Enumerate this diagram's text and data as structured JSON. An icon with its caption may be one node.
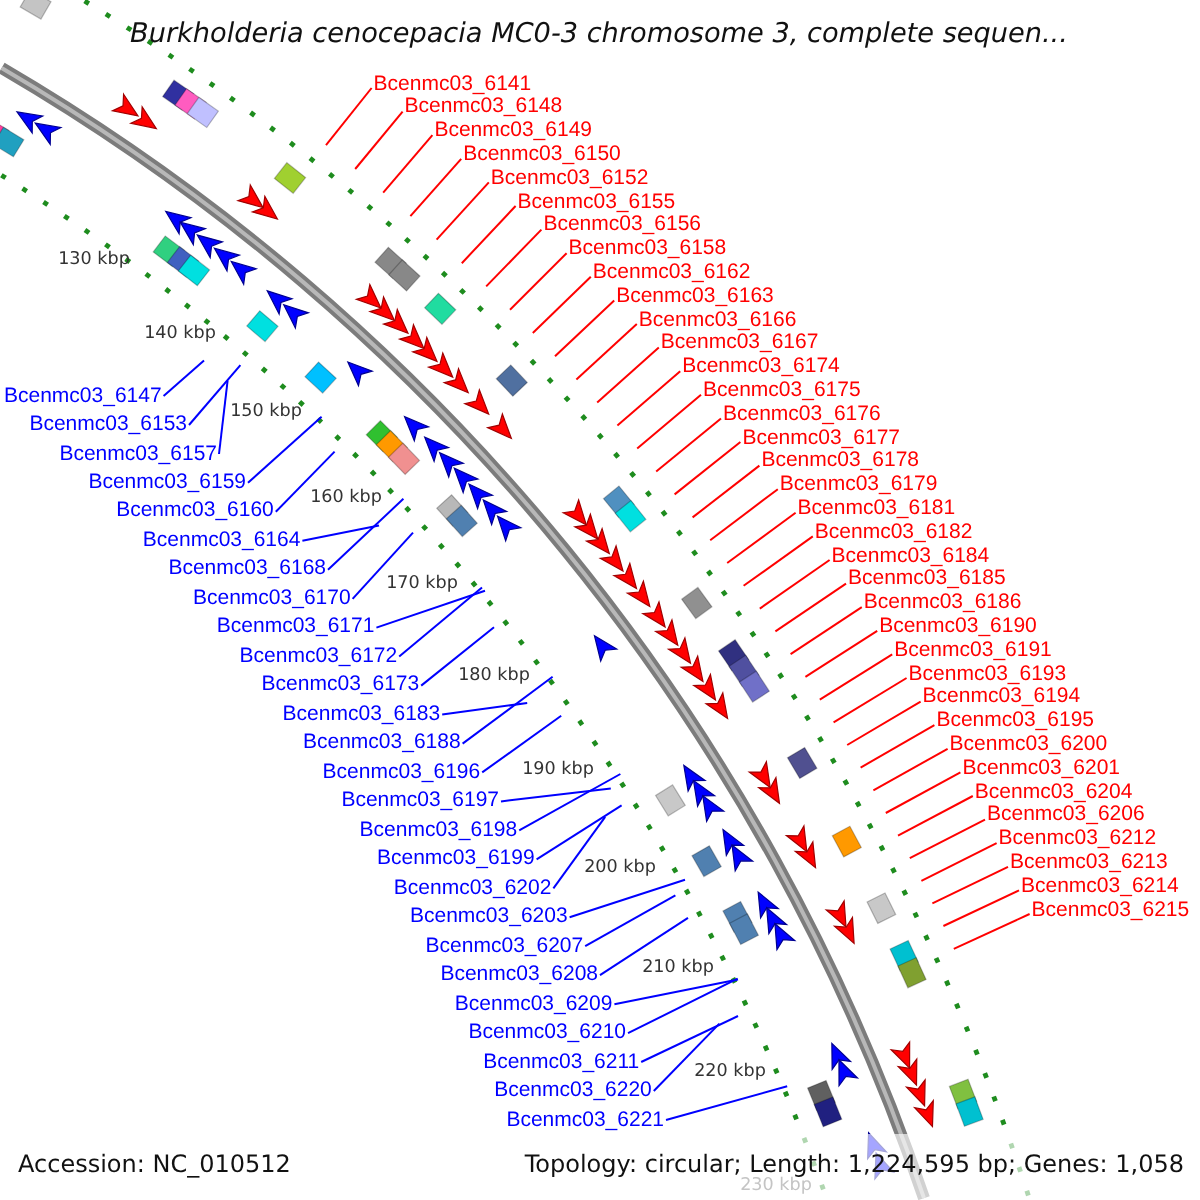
{
  "diagram": {
    "title": "Burkholderia cenocepacia MC0-3 chromosome 3, complete sequen...",
    "nodes": [
      {
        "text": [
          "Bcenmc03_6141"
        ]
      },
      {
        "text": [
          "Bcenmc03_6148"
        ]
      },
      {
        "text": [
          "Bcenmc03_6149"
        ]
      },
      {
        "text": [
          "Bcenmc03_6150"
        ]
      },
      {
        "text": [
          "Bcenmc03_6152"
        ]
      },
      {
        "text": [
          "Bcenmc03_6155"
        ]
      },
      {
        "text": [
          "Bcenmc03_6156"
        ]
      },
      {
        "text": [
          "Bcenmc03_6158"
        ]
      },
      {
        "text": [
          "Bcenmc03_6162"
        ]
      },
      {
        "text": [
          "Bcenmc03_6163"
        ]
      },
      {
        "text": [
          "Bcenmc03_6166"
        ]
      },
      {
        "text": [
          "Bcenmc03_6167"
        ]
      },
      {
        "text": [
          "Bcenmc03_6174"
        ]
      },
      {
        "text": [
          "Bcenmc03_6175"
        ]
      },
      {
        "text": [
          "Bcenmc03_6176"
        ]
      },
      {
        "text": [
          "Bcenmc03_6177"
        ]
      },
      {
        "text": [
          "Bcenmc03_6178"
        ]
      },
      {
        "text": [
          "Bcenmc03_6179"
        ]
      },
      {
        "text": [
          "Bcenmc03_6181"
        ]
      },
      {
        "text": [
          "Bcenmc03_6182"
        ]
      },
      {
        "text": [
          "Bcenmc03_6184"
        ]
      },
      {
        "text": [
          "Bcenmc03_6185"
        ]
      },
      {
        "text": [
          "Bcenmc03_6186"
        ]
      },
      {
        "text": [
          "Bcenmc03_6190"
        ]
      },
      {
        "text": [
          "Bcenmc03_6191"
        ]
      },
      {
        "text": [
          "Bcenmc03_6193"
        ]
      },
      {
        "text": [
          "Bcenmc03_6194"
        ]
      },
      {
        "text": [
          "Bcenmc03_6195"
        ]
      },
      {
        "text": [
          "Bcenmc03_6200"
        ]
      },
      {
        "text": [
          "Bcenmc03_6201"
        ]
      },
      {
        "text": [
          "Bcenmc03_6204"
        ]
      },
      {
        "text": [
          "Bcenmc03_6206"
        ]
      },
      {
        "text": [
          "Bcenmc03_6212"
        ]
      },
      {
        "text": [
          "Bcenmc03_6213"
        ]
      },
      {
        "text": [
          "Bcenmc03_6214"
        ]
      },
      {
        "text": [
          "Bcenmc03_6215"
        ]
      },
      {
        "text": [
          "Bcenmc03_6147"
        ]
      },
      {
        "text": [
          "Bcenmc03_6153"
        ]
      },
      {
        "text": [
          "Bcenmc03_6157"
        ]
      },
      {
        "text": [
          "Bcenmc03_6159"
        ]
      },
      {
        "text": [
          "Bcenmc03_6160"
        ]
      },
      {
        "text": [
          "Bcenmc03_6164"
        ]
      },
      {
        "text": [
          "Bcenmc03_6168"
        ]
      },
      {
        "text": [
          "Bcenmc03_6170"
        ]
      },
      {
        "text": [
          "Bcenmc03_6171"
        ]
      },
      {
        "text": [
          "Bcenmc03_6172"
        ]
      },
      {
        "text": [
          "Bcenmc03_6173"
        ]
      },
      {
        "text": [
          "Bcenmc03_6183"
        ]
      },
      {
        "text": [
          "Bcenmc03_6188"
        ]
      },
      {
        "text": [
          "Bcenmc03_6196"
        ]
      },
      {
        "text": [
          "Bcenmc03_6197"
        ]
      },
      {
        "text": [
          "Bcenmc03_6198"
        ]
      },
      {
        "text": [
          "Bcenmc03_6199"
        ]
      },
      {
        "text": [
          "Bcenmc03_6202"
        ]
      },
      {
        "text": [
          "Bcenmc03_6203"
        ]
      },
      {
        "text": [
          "Bcenmc03_6207"
        ]
      },
      {
        "text": [
          "Bcenmc03_6208"
        ]
      },
      {
        "text": [
          "Bcenmc03_6209"
        ]
      },
      {
        "text": [
          "Bcenmc03_6210"
        ]
      },
      {
        "text": [
          "Bcenmc03_6211"
        ]
      },
      {
        "text": [
          "Bcenmc03_6220"
        ]
      },
      {
        "text": [
          "Bcenmc03_6221"
        ]
      }
    ],
    "edges": [
      {
        "from": 0,
        "to": null,
        "arrow": "none"
      },
      {
        "from": 1,
        "to": null,
        "arrow": "none"
      },
      {
        "from": 2,
        "to": null,
        "arrow": "none"
      },
      {
        "from": 3,
        "to": null,
        "arrow": "none"
      },
      {
        "from": 4,
        "to": null,
        "arrow": "none"
      },
      {
        "from": 5,
        "to": null,
        "arrow": "none"
      },
      {
        "from": 6,
        "to": null,
        "arrow": "none"
      },
      {
        "from": 7,
        "to": null,
        "arrow": "none"
      },
      {
        "from": 8,
        "to": null,
        "arrow": "none"
      },
      {
        "from": 9,
        "to": null,
        "arrow": "none"
      },
      {
        "from": 10,
        "to": null,
        "arrow": "none"
      },
      {
        "from": 11,
        "to": null,
        "arrow": "none"
      },
      {
        "from": 12,
        "to": null,
        "arrow": "none"
      },
      {
        "from": 13,
        "to": null,
        "arrow": "none"
      },
      {
        "from": 14,
        "to": null,
        "arrow": "none"
      },
      {
        "from": 15,
        "to": null,
        "arrow": "none"
      },
      {
        "from": 16,
        "to": null,
        "arrow": "none"
      },
      {
        "from": 17,
        "to": null,
        "arrow": "none"
      },
      {
        "from": 18,
        "to": null,
        "arrow": "none"
      },
      {
        "from": 19,
        "to": null,
        "arrow": "none"
      },
      {
        "from": 20,
        "to": null,
        "arrow": "none"
      },
      {
        "from": 21,
        "to": null,
        "arrow": "none"
      },
      {
        "from": 22,
        "to": null,
        "arrow": "none"
      },
      {
        "from": 23,
        "to": null,
        "arrow": "none"
      },
      {
        "from": 24,
        "to": null,
        "arrow": "none"
      },
      {
        "from": 25,
        "to": null,
        "arrow": "none"
      },
      {
        "from": 26,
        "to": null,
        "arrow": "none"
      },
      {
        "from": 27,
        "to": null,
        "arrow": "none"
      },
      {
        "from": 28,
        "to": null,
        "arrow": "none"
      },
      {
        "from": 29,
        "to": null,
        "arrow": "none"
      },
      {
        "from": 30,
        "to": null,
        "arrow": "none"
      },
      {
        "from": 31,
        "to": null,
        "arrow": "none"
      },
      {
        "from": 32,
        "to": null,
        "arrow": "none"
      },
      {
        "from": 33,
        "to": null,
        "arrow": "none"
      },
      {
        "from": 34,
        "to": null,
        "arrow": "none"
      },
      {
        "from": 35,
        "to": null,
        "arrow": "none"
      },
      {
        "from": 36,
        "to": null,
        "arrow": "none",
        "color": "#0000ff"
      },
      {
        "from": 37,
        "to": null,
        "arrow": "none",
        "color": "#0000ff"
      },
      {
        "from": 38,
        "to": null,
        "arrow": "none",
        "color": "#0000ff"
      },
      {
        "from": 39,
        "to": null,
        "arrow": "none",
        "color": "#0000ff"
      },
      {
        "from": 40,
        "to": null,
        "arrow": "none",
        "color": "#0000ff"
      },
      {
        "from": 41,
        "to": null,
        "arrow": "none",
        "color": "#0000ff"
      },
      {
        "from": 42,
        "to": null,
        "arrow": "none",
        "color": "#0000ff"
      },
      {
        "from": 43,
        "to": null,
        "arrow": "none",
        "color": "#0000ff"
      },
      {
        "from": 44,
        "to": null,
        "arrow": "none",
        "color": "#0000ff"
      },
      {
        "from": 45,
        "to": null,
        "arrow": "none",
        "color": "#0000ff"
      },
      {
        "from": 46,
        "to": null,
        "arrow": "none",
        "color": "#0000ff"
      },
      {
        "from": 47,
        "to": null,
        "arrow": "none",
        "color": "#0000ff"
      },
      {
        "from": 48,
        "to": null,
        "arrow": "none",
        "color": "#0000ff"
      },
      {
        "from": 49,
        "to": null,
        "arrow": "none",
        "color": "#0000ff"
      },
      {
        "from": 50,
        "to": null,
        "arrow": "none",
        "color": "#0000ff"
      },
      {
        "from": 51,
        "to": null,
        "arrow": "none",
        "color": "#0000ff"
      },
      {
        "from": 52,
        "to": null,
        "arrow": "none",
        "color": "#0000ff"
      },
      {
        "from": 53,
        "to": null,
        "arrow": "none",
        "color": "#0000ff"
      },
      {
        "from": 54,
        "to": null,
        "arrow": "none",
        "color": "#0000ff"
      },
      {
        "from": 55,
        "to": null,
        "arrow": "none",
        "color": "#0000ff"
      },
      {
        "from": 56,
        "to": null,
        "arrow": "none",
        "color": "#0000ff"
      },
      {
        "from": 57,
        "to": null,
        "arrow": "none",
        "color": "#0000ff"
      },
      {
        "from": 58,
        "to": null,
        "arrow": "none",
        "color": "#0000ff"
      },
      {
        "from": 59,
        "to": null,
        "arrow": "none",
        "color": "#0000ff"
      },
      {
        "from": 60,
        "to": null,
        "arrow": "none",
        "color": "#0000ff"
      },
      {
        "from": 61,
        "to": null,
        "arrow": "none",
        "color": "#0000ff"
      }
    ],
    "labels": [
      "130 kbp",
      "140 kbp",
      "150 kbp",
      "160 kbp",
      "170 kbp",
      "180 kbp",
      "190 kbp",
      "200 kbp",
      "210 kbp",
      "220 kbp",
      "230 kbp",
      "Accession: NC_010512",
      "Topology: circular; Length: 1,224,595 bp; Genes: 1,058"
    ]
  }
}
